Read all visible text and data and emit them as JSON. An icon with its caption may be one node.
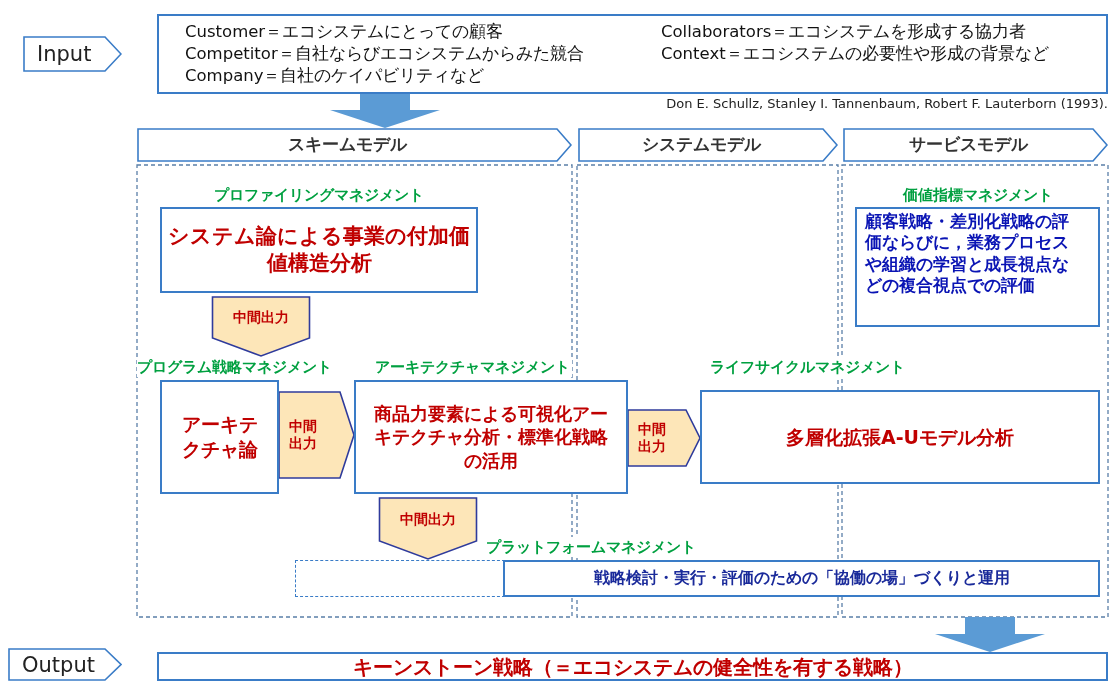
{
  "diagram": {
    "nodes": [
      {
        "text": [
          "Input"
        ]
      },
      {
        "text": [
          "Customer＝エコシステムにとっての顧客",
          "Collaborators＝エコシステムを形成する協力者",
          "Competitor＝自社ならびエコシステムからみた競合",
          "Context＝エコシステムの必要性や形成の背景など",
          "Company＝自社のケイパビリティなど"
        ]
      },
      {
        "text": [
          "スキームモデル"
        ]
      },
      {
        "text": [
          "システムモデル"
        ]
      },
      {
        "text": [
          "サービスモデル"
        ]
      },
      {
        "text": [
          "プロファイリングマネジメント",
          "システム論による事業の付加価値構造分析"
        ]
      },
      {
        "text": [
          "プログラム戦略マネジメント",
          "アーキテクチャ論"
        ]
      },
      {
        "text": [
          "アーキテクチャマネジメント",
          "商品力要素による可視化アーキテクチャ分析・標準化戦略の活用"
        ]
      },
      {
        "text": [
          "ライフサイクルマネジメント",
          "多層化拡張A-Uモデル分析"
        ]
      },
      {
        "text": [
          "価値指標マネジメント",
          "顧客戦略・差別化戦略の評価ならびに，業務プロセスや組織の学習と成長視点などの複合視点での評価"
        ]
      },
      {
        "text": [
          "プラットフォームマネジメント"
        ]
      },
      {
        "text": [
          "戦略検討・実行・評価のための「協働の場」づくりと運用"
        ]
      },
      {
        "text": [
          "Output"
        ]
      },
      {
        "text": [
          "キーンストーン戦略（＝エコシステムの健全性を有する戦略）"
        ]
      }
    ],
    "edges": [
      {
        "from": 1,
        "to": 2,
        "arrow": "to",
        "style": "thick",
        "color": "#5b9bd5"
      },
      {
        "from": 5,
        "to": 6,
        "arrow": "to",
        "label": "中間出力"
      },
      {
        "from": 6,
        "to": 7,
        "arrow": "to",
        "label": "中間出力"
      },
      {
        "from": 7,
        "to": 8,
        "arrow": "to",
        "label": "中間出力"
      },
      {
        "from": 7,
        "to": 10,
        "arrow": "to",
        "label": "中間出力"
      },
      {
        "from": null,
        "to": 13,
        "arrow": "to",
        "style": "thick",
        "color": "#5b9bd5"
      }
    ],
    "labels": [
      "Don E. Schullz, Stanley I. Tannenbaum, Robert F. Lauterborn (1993)."
    ]
  }
}
